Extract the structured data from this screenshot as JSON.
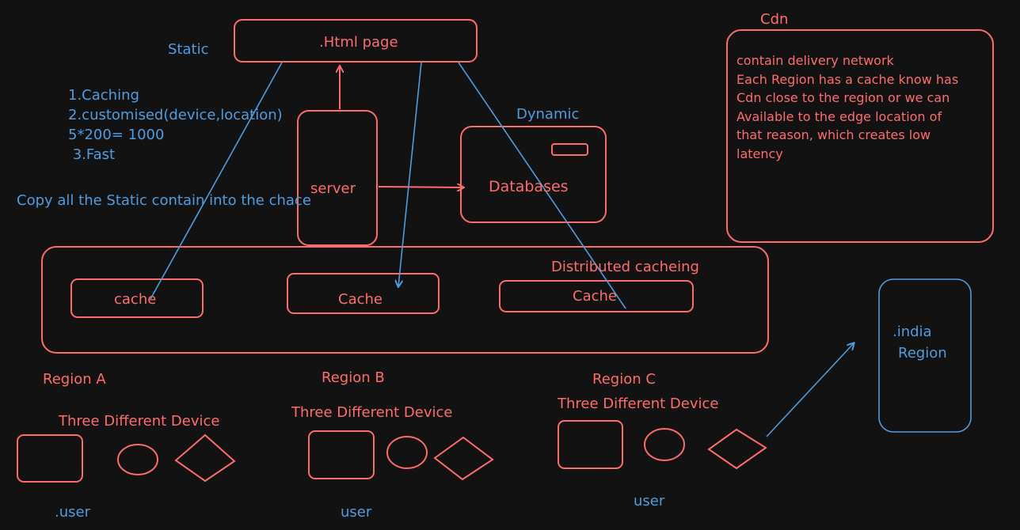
{
  "nodes": {
    "html_page": ".Html page",
    "server": "server",
    "databases": "Databases",
    "cache_1": "cache",
    "cache_2": "Cache",
    "cache_3": "Cache",
    "region_india": [
      ".india",
      "Region"
    ]
  },
  "labels": {
    "static": "Static",
    "dynamic": "Dynamic",
    "distributed_caching": "Distributed cacheing",
    "copy_note": "Copy all the Static contain into the chace",
    "cdn_title": "Cdn"
  },
  "features_list": [
    "1.Caching",
    "2.customised(device,location)",
    "5*200= 1000",
    " 3.Fast"
  ],
  "cdn_notes": [
    "contain delivery network",
    "Each Region has a cache know has",
    "Cdn close to the region or we can",
    "Available to the edge location of",
    "that reason, which creates low",
    "latency"
  ],
  "regions": [
    {
      "name": "Region A",
      "devices_label": "Three Different Device",
      "user_label": ".user"
    },
    {
      "name": "Region B",
      "devices_label": "Three Different Device",
      "user_label": "user"
    },
    {
      "name": "Region C",
      "devices_label": "Three Different Device",
      "user_label": "user"
    }
  ],
  "colors": {
    "background": "#121212",
    "red_stroke": "#ff6b6b",
    "blue_stroke": "#4a9ee0"
  }
}
